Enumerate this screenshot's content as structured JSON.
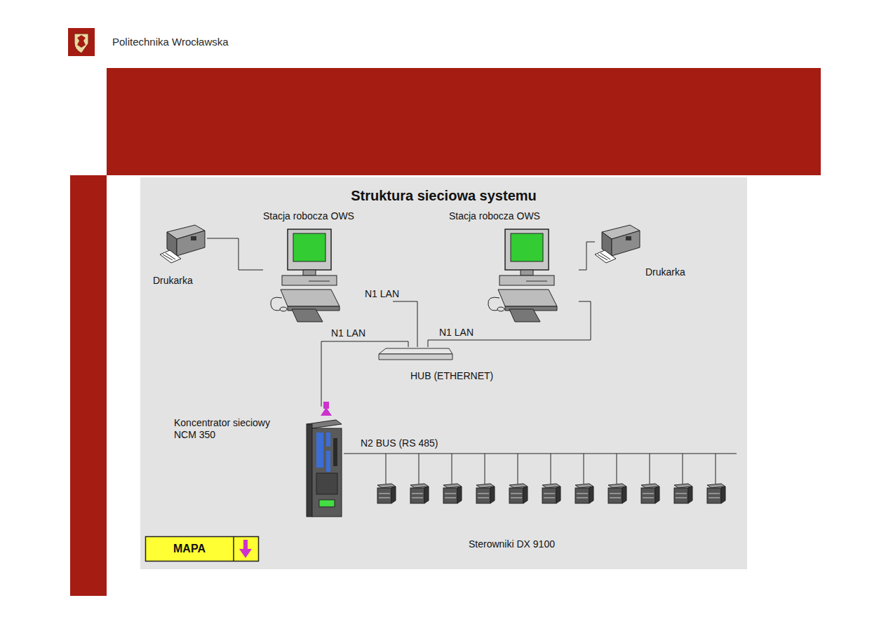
{
  "diagram": {
    "title": "Struktura sieciowa systemu",
    "nodes": [
      {
        "text": [
          "Drukarka"
        ]
      },
      {
        "text": [
          "Stacja robocza OWS"
        ]
      },
      {
        "text": [
          "Stacja robocza OWS"
        ]
      },
      {
        "text": [
          "Drukarka"
        ]
      },
      {
        "text": [
          "HUB (ETHERNET)"
        ]
      },
      {
        "text": [
          "Koncentrator sieciowy NCM 350"
        ]
      },
      {
        "text": [
          "Sterowniki DX 9100"
        ]
      },
      {
        "text": [
          "MAPA"
        ]
      }
    ],
    "edges": [
      {
        "from": 0,
        "to": 1,
        "arrow": "none"
      },
      {
        "from": 1,
        "to": 4,
        "label": "N1 LAN",
        "arrow": "none"
      },
      {
        "from": 2,
        "to": 4,
        "label": "N1 LAN",
        "arrow": "none"
      },
      {
        "from": 2,
        "to": 3,
        "arrow": "none"
      },
      {
        "from": 5,
        "to": 4,
        "label": "N1 LAN",
        "arrow": "none"
      },
      {
        "from": 5,
        "to": 6,
        "label": "N2 BUS (RS 485)",
        "arrow": "none"
      }
    ],
    "labels": [
      "Politechnika Wrocławska"
    ]
  }
}
